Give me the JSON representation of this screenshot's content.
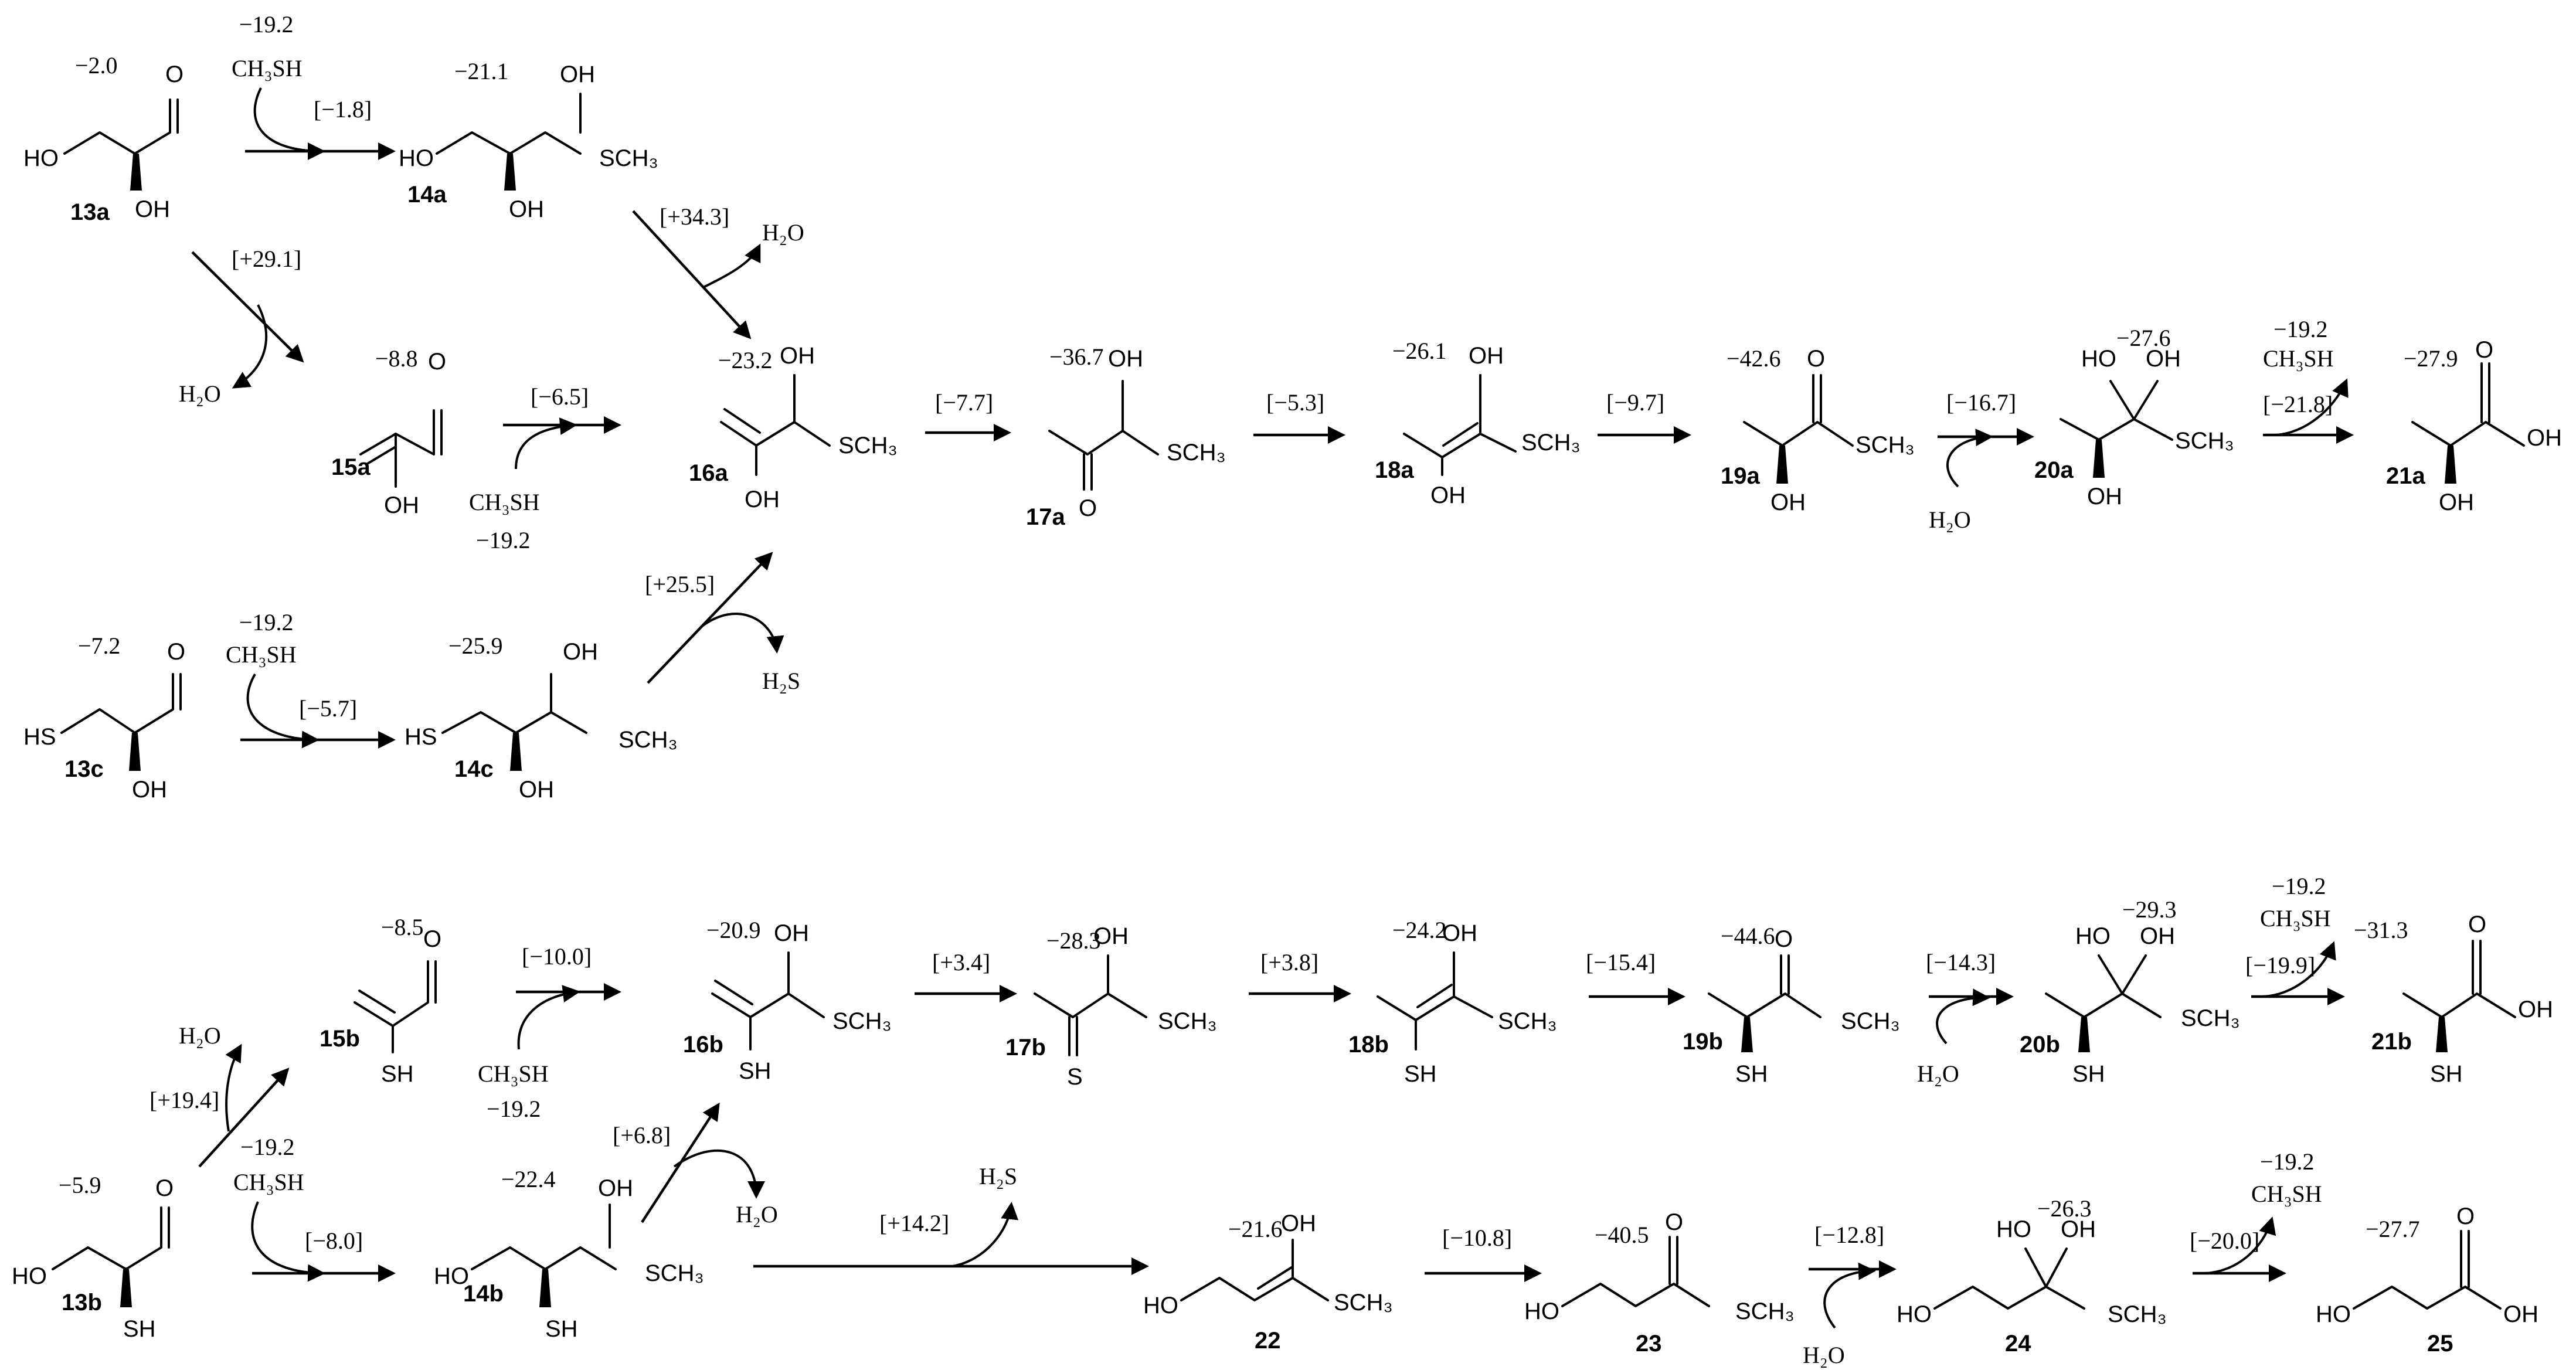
{
  "compounds": {
    "c13a": {
      "label": "13a",
      "energy": "−2.0"
    },
    "c14a": {
      "label": "14a",
      "energy": "−21.1"
    },
    "c15a": {
      "label": "15a",
      "energy": "−8.8"
    },
    "c16a": {
      "label": "16a",
      "energy": "−23.2"
    },
    "c17a": {
      "label": "17a",
      "energy": "−36.7"
    },
    "c18a": {
      "label": "18a",
      "energy": "−26.1"
    },
    "c19a": {
      "label": "19a",
      "energy": "−42.6"
    },
    "c20a": {
      "label": "20a",
      "energy": "−27.6"
    },
    "c21a": {
      "label": "21a",
      "energy": "−27.9"
    },
    "c13c": {
      "label": "13c",
      "energy": "−7.2"
    },
    "c14c": {
      "label": "14c",
      "energy": "−25.9"
    },
    "c15b": {
      "label": "15b",
      "energy": "−8.5"
    },
    "c16b": {
      "label": "16b",
      "energy": "−20.9"
    },
    "c17b": {
      "label": "17b",
      "energy": "−28.3"
    },
    "c18b": {
      "label": "18b",
      "energy": "−24.2"
    },
    "c19b": {
      "label": "19b",
      "energy": "−44.6"
    },
    "c20b": {
      "label": "20b",
      "energy": "−29.3"
    },
    "c21b": {
      "label": "21b",
      "energy": "−31.3"
    },
    "c13b": {
      "label": "13b",
      "energy": "−5.9"
    },
    "c14b": {
      "label": "14b",
      "energy": "−22.4"
    },
    "c22": {
      "label": "22",
      "energy": "−21.6"
    },
    "c23": {
      "label": "23",
      "energy": "−40.5"
    },
    "c24": {
      "label": "24",
      "energy": "−26.3"
    },
    "c25": {
      "label": "25",
      "energy": "−27.7"
    }
  },
  "steps": {
    "s13a_14a": "[−1.8]",
    "s13a_15a": "[+29.1]",
    "s14a_16a": "[+34.3]",
    "s15a_16a": "[−6.5]",
    "s16a_17a": "[−7.7]",
    "s17a_18a": "[−5.3]",
    "s18a_19a": "[−9.7]",
    "s19a_20a": "[−16.7]",
    "s20a_21a": "[−21.8]",
    "s13c_14c": "[−5.7]",
    "s14c_16a": "[+25.5]",
    "s13b_15b": "[+19.4]",
    "s15b_16b": "[−10.0]",
    "s16b_17b": "[+3.4]",
    "s17b_18b": "[+3.8]",
    "s18b_19b": "[−15.4]",
    "s19b_20b": "[−14.3]",
    "s20b_21b": "[−19.9]",
    "s13b_14b": "[−8.0]",
    "s14b_16b": "[+6.8]",
    "s14b_22": "[+14.2]",
    "s22_23": "[−10.8]",
    "s23_24": "[−12.8]",
    "s24_25": "[−20.0]"
  },
  "reagents": {
    "methanethiol": "CH₃SH",
    "methanethiol_energy": "−19.2",
    "water": "H₂O",
    "hydrogen_sulfide": "H₂S"
  },
  "atoms": {
    "oh": "OH",
    "ho": "HO",
    "o": "O",
    "s": "S",
    "sh": "SH",
    "hs": "HS",
    "sch3": "SCH₃"
  }
}
